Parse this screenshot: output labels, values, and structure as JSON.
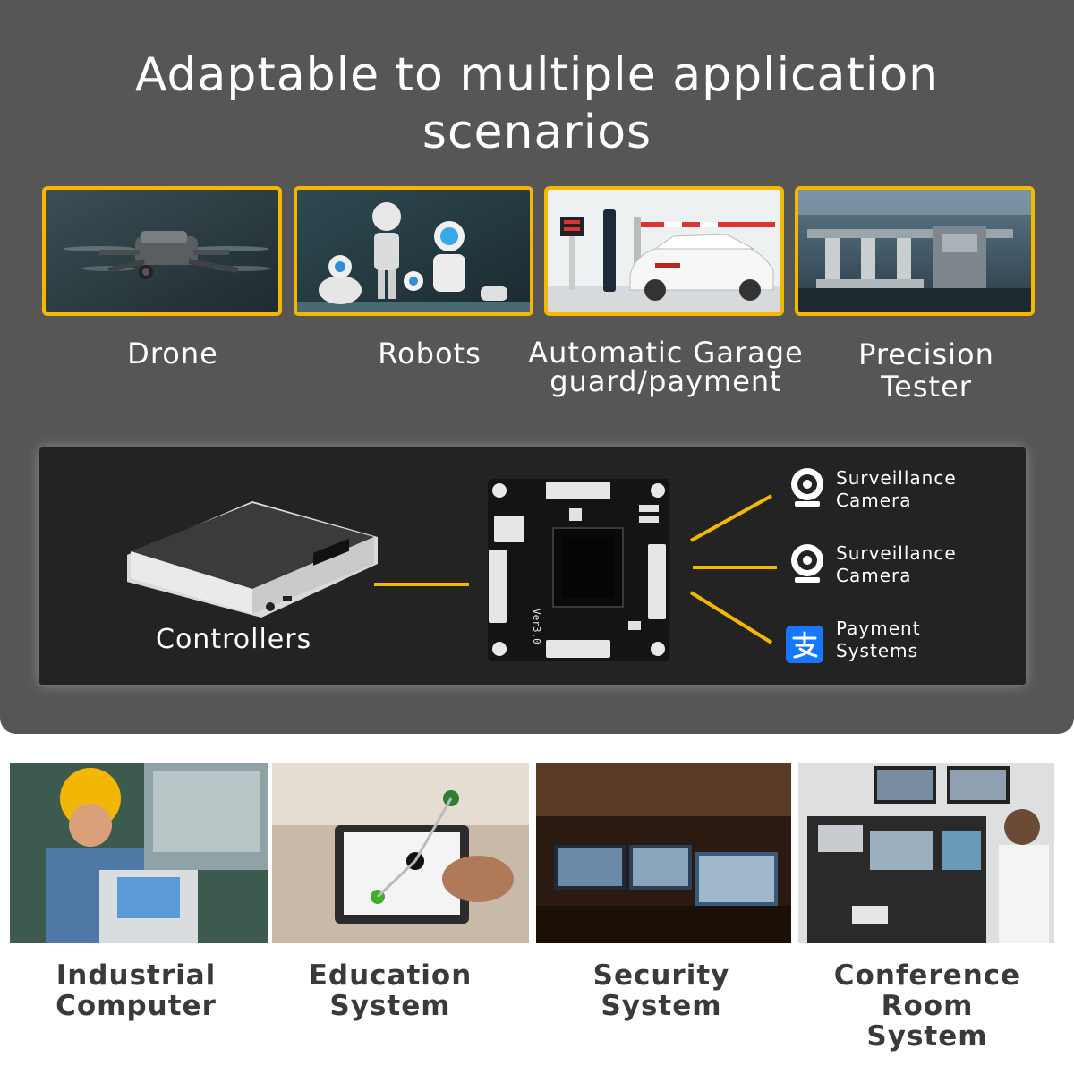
{
  "header": {
    "title_line1": "Adaptable to multiple application",
    "title_line2": "scenarios"
  },
  "scenarios": [
    {
      "label_line1": "Drone",
      "label_line2": ""
    },
    {
      "label_line1": "Robots",
      "label_line2": ""
    },
    {
      "label_line1": "Automatic Garage",
      "label_line2": "guard/payment"
    },
    {
      "label_line1": "Precision",
      "label_line2": "Tester"
    }
  ],
  "diagram": {
    "controller_label": "Controllers",
    "board_text": "Ver3.0",
    "outputs": [
      {
        "line1": "Surveillance",
        "line2": "Camera",
        "icon": "webcam-icon"
      },
      {
        "line1": "Surveillance",
        "line2": "Camera",
        "icon": "webcam-icon"
      },
      {
        "line1": "Payment",
        "line2": "Systems",
        "icon": "alipay-icon"
      }
    ]
  },
  "applications": [
    {
      "label_line1": "Industrial",
      "label_line2": "Computer"
    },
    {
      "label_line1": "Education",
      "label_line2": "System"
    },
    {
      "label_line1": "Security",
      "label_line2": "System"
    },
    {
      "label_line1": "Conference Room",
      "label_line2": "System"
    }
  ],
  "colors": {
    "panel_bg": "#575654",
    "accent": "#f5b800",
    "diagram_bg": "#232323",
    "alipay_blue": "#1677ff"
  }
}
